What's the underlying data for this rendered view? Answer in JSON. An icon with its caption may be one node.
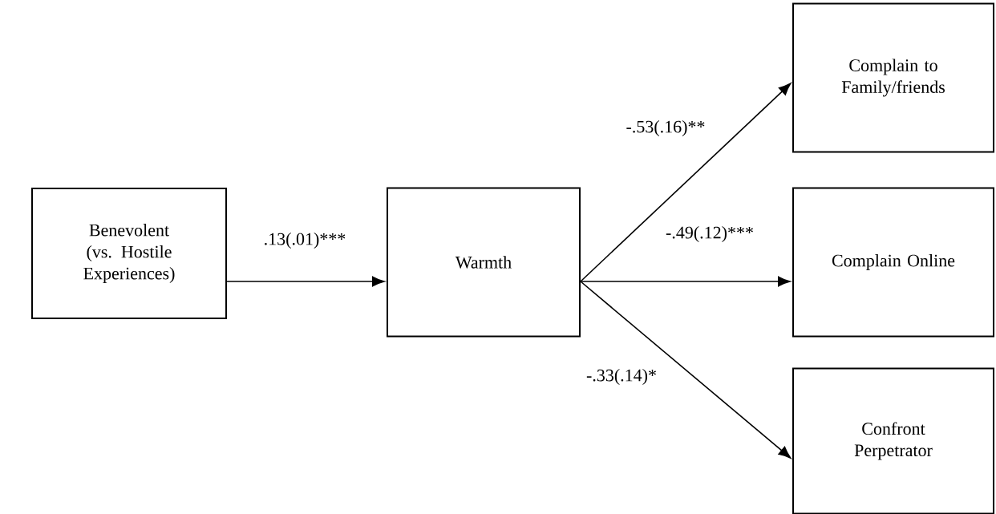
{
  "diagram": {
    "nodes": [
      {
        "text": [
          "Benevolent (vs. Hostile Experiences)"
        ]
      },
      {
        "text": [
          "Warmth"
        ]
      },
      {
        "text": [
          "Complain to Family/friends"
        ]
      },
      {
        "text": [
          "Complain Online"
        ]
      },
      {
        "text": [
          "Confront Perpetrator"
        ]
      }
    ],
    "edges": [
      {
        "from": 0,
        "to": 1,
        "arrow": "to",
        "label": ".13(.01)***"
      },
      {
        "from": 1,
        "to": 2,
        "arrow": "to",
        "label": "-.53(.16)**"
      },
      {
        "from": 1,
        "to": 3,
        "arrow": "to",
        "label": "-.49(.12)***"
      },
      {
        "from": 1,
        "to": 4,
        "arrow": "to",
        "label": "-.33(.14)*"
      }
    ]
  }
}
